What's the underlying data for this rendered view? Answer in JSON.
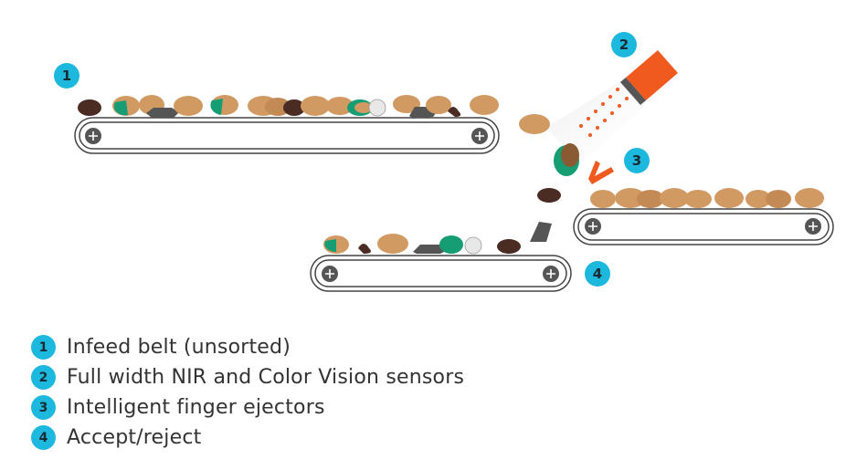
{
  "colors": {
    "accent": "#1cb8de",
    "sensor": "#f05a1e",
    "potato": "#d29a63",
    "potato_dark": "#b8784a",
    "green_defect": "#169d74",
    "stone": "#555555",
    "clod": "#4a2c23",
    "belt_stroke": "#444444"
  },
  "badges": [
    {
      "number": "1"
    },
    {
      "number": "2"
    },
    {
      "number": "3"
    },
    {
      "number": "4"
    }
  ],
  "legend": [
    {
      "number": "1",
      "label": "Infeed belt (unsorted)"
    },
    {
      "number": "2",
      "label": "Full width NIR and Color Vision sensors"
    },
    {
      "number": "3",
      "label": "Intelligent finger ejectors"
    },
    {
      "number": "4",
      "label": "Accept/reject"
    }
  ]
}
